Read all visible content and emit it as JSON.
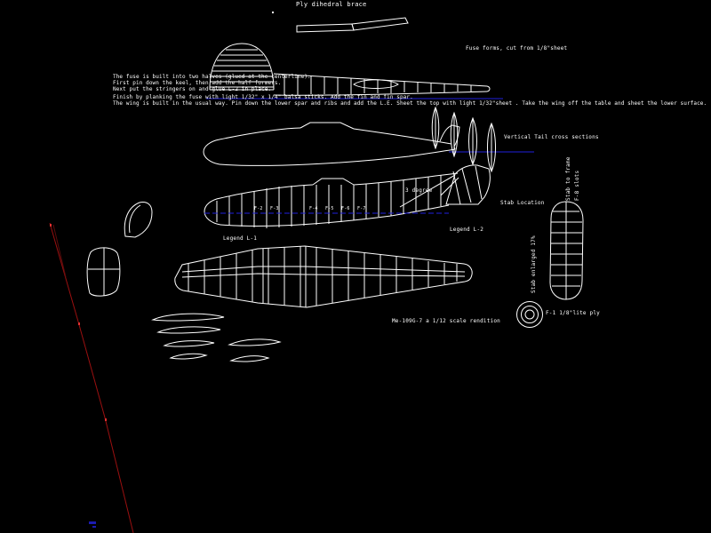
{
  "drawing": {
    "type": "model-aircraft-plan",
    "background_color": "#000000",
    "line_color": "#ffffff",
    "centerline_color": "#2020dd",
    "construction_line_color": "#a01010"
  },
  "annotations": {
    "ply_brace_label": "Ply dihedral brace",
    "fuse_forms_label": "Fuse forms, cut from 1/8\"sheet",
    "build_notes": [
      "The fuse is built into two halves (glued at the centerline).",
      "First pin down the keel, then add the half formers.",
      "Next put the stringers on and glue L-2 in place.",
      "Finish by planking the fuse with light 1/32\" x 1/4\" balsa sticks. Add the fin and fin spar.",
      "The wing is built in the usual way. Pin down the lower spar and ribs and add the L.E. Sheet the top with light 1/32\"sheet . Take the wing off the table and sheet the lower surface."
    ],
    "vertical_tail_label": "Vertical Tail cross sections",
    "incidence_label": "3 degree",
    "stab_location_label": "Stab Location",
    "legend_left": "Legend L-1",
    "legend_right": "Legend L-2",
    "stab_enlarged_label": "Stab enlarged 17%",
    "stab_slot_note_1": "Stab to frame",
    "stab_slot_note_2": "F-8 slots",
    "title": "Me-109G-7 a 1/12 scale rendition",
    "f1_label": "F-1 1/8\"lite ply",
    "former_labels": [
      "F-2",
      "F-3",
      "F-4",
      "F-5",
      "F-6",
      "F-7"
    ]
  }
}
